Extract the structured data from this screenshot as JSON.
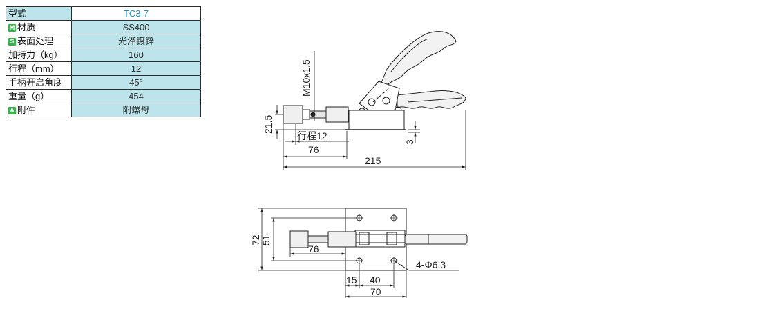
{
  "spec_table": {
    "header": {
      "label": "型式",
      "value": "TC3-7"
    },
    "rows": [
      {
        "badge": "M",
        "badge_color": "#36b34a",
        "label": "材质",
        "value": "SS400"
      },
      {
        "badge": "S",
        "badge_color": "#36b34a",
        "label": "表面处理",
        "value": "光泽镀锌"
      },
      {
        "badge": "",
        "badge_color": "",
        "label": "加持力（kg）",
        "value": "160"
      },
      {
        "badge": "",
        "badge_color": "",
        "label": "行程（mm）",
        "value": "12"
      },
      {
        "badge": "",
        "badge_color": "",
        "label": "手柄开启角度",
        "value": "45°"
      },
      {
        "badge": "",
        "badge_color": "",
        "label": "重量（g）",
        "value": "454"
      },
      {
        "badge": "A",
        "badge_color": "#36b34a",
        "label": "附件",
        "value": "附螺母"
      }
    ]
  },
  "side_view": {
    "thread": "M10x1.5",
    "height": "21.5",
    "stroke_label": "行程12",
    "plunger_length": "76",
    "overall_length": "215",
    "base_offset": "3"
  },
  "top_view": {
    "width_outer": "72",
    "width_inner": "51",
    "plunger_length": "76",
    "hole_spec": "4-Φ6.3",
    "edge_offset": "15",
    "hole_pitch": "40",
    "base_length": "70"
  },
  "colors": {
    "table_fill": "#bde4ea",
    "header_value": "#1a8fcc",
    "badge": "#36b34a",
    "line": "#222222"
  }
}
